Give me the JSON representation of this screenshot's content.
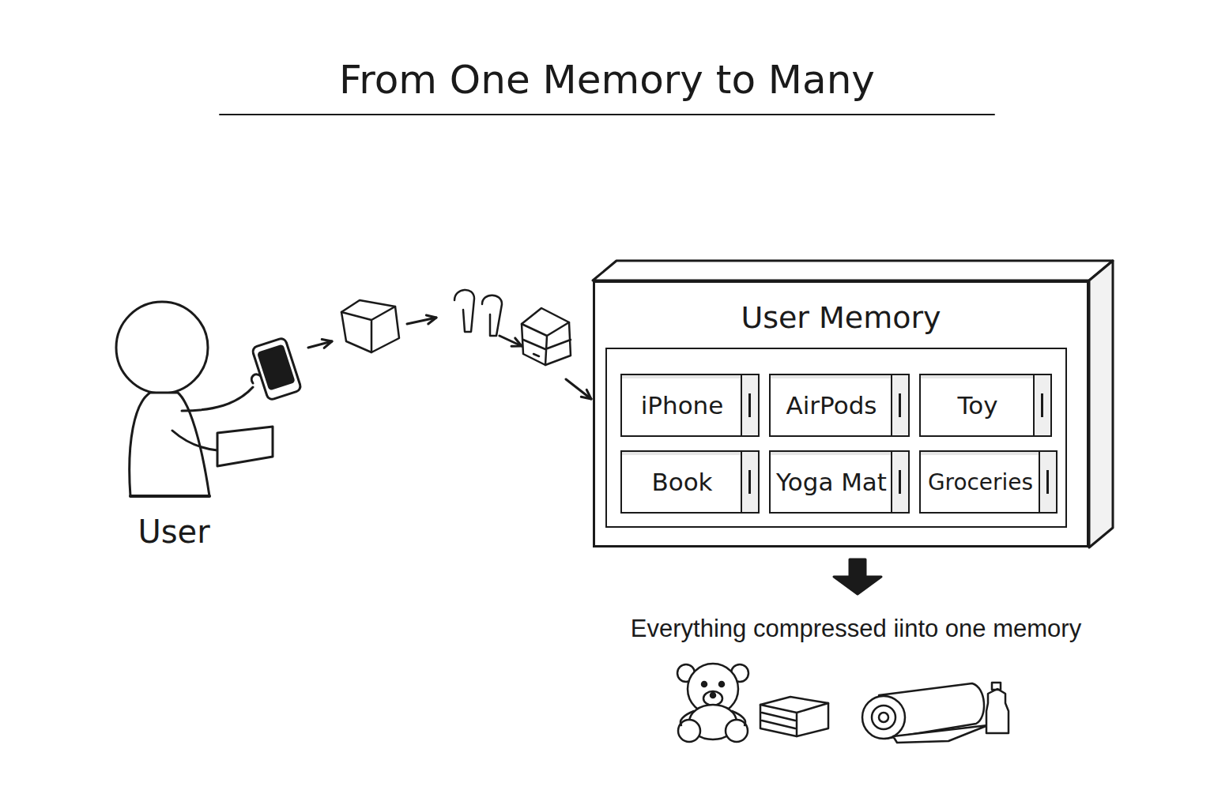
{
  "diagram": {
    "title": "From One Memory to Many",
    "nodes": [
      {
        "text": [
          "User"
        ]
      },
      {
        "text": [
          "User Memory"
        ]
      },
      {
        "text": [
          "iPhone"
        ],
        "in": 1
      },
      {
        "text": [
          "AirPods"
        ],
        "in": 1
      },
      {
        "text": [
          "Toy"
        ],
        "in": 1
      },
      {
        "text": [
          "Book"
        ],
        "in": 1
      },
      {
        "text": [
          "Yoga Mat"
        ],
        "in": 1
      },
      {
        "text": [
          "Groceries"
        ],
        "in": 1
      }
    ],
    "edges": [
      {
        "from": 0,
        "to": 1,
        "arrow": "to"
      }
    ],
    "labels": [
      "Everything compressed iinto one memory"
    ]
  }
}
